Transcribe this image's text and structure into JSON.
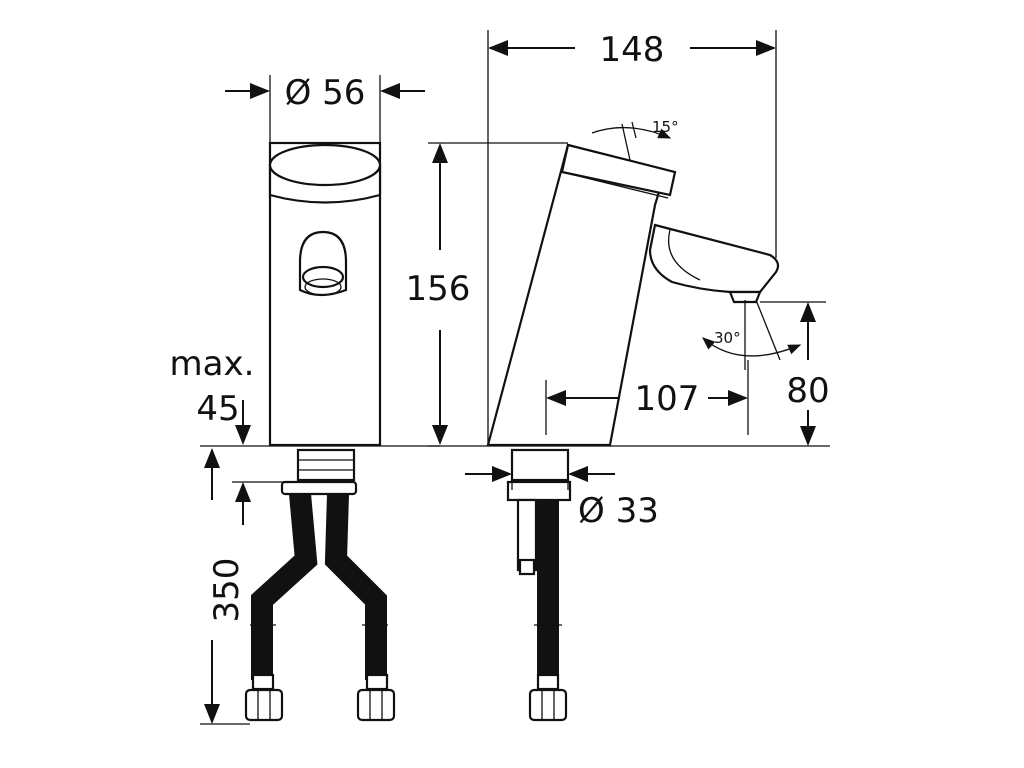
{
  "labels": {
    "width_front": "Ø 56",
    "depth_total": "148",
    "angle_lever": "15°",
    "height_body": "156",
    "max_label": "max.",
    "max_value": "45",
    "angle_spout": "30°",
    "reach": "107",
    "spout_height": "80",
    "hose_length": "350",
    "shank_dia": "Ø 33"
  },
  "colors": {
    "line": "#111111",
    "background": "#ffffff"
  }
}
